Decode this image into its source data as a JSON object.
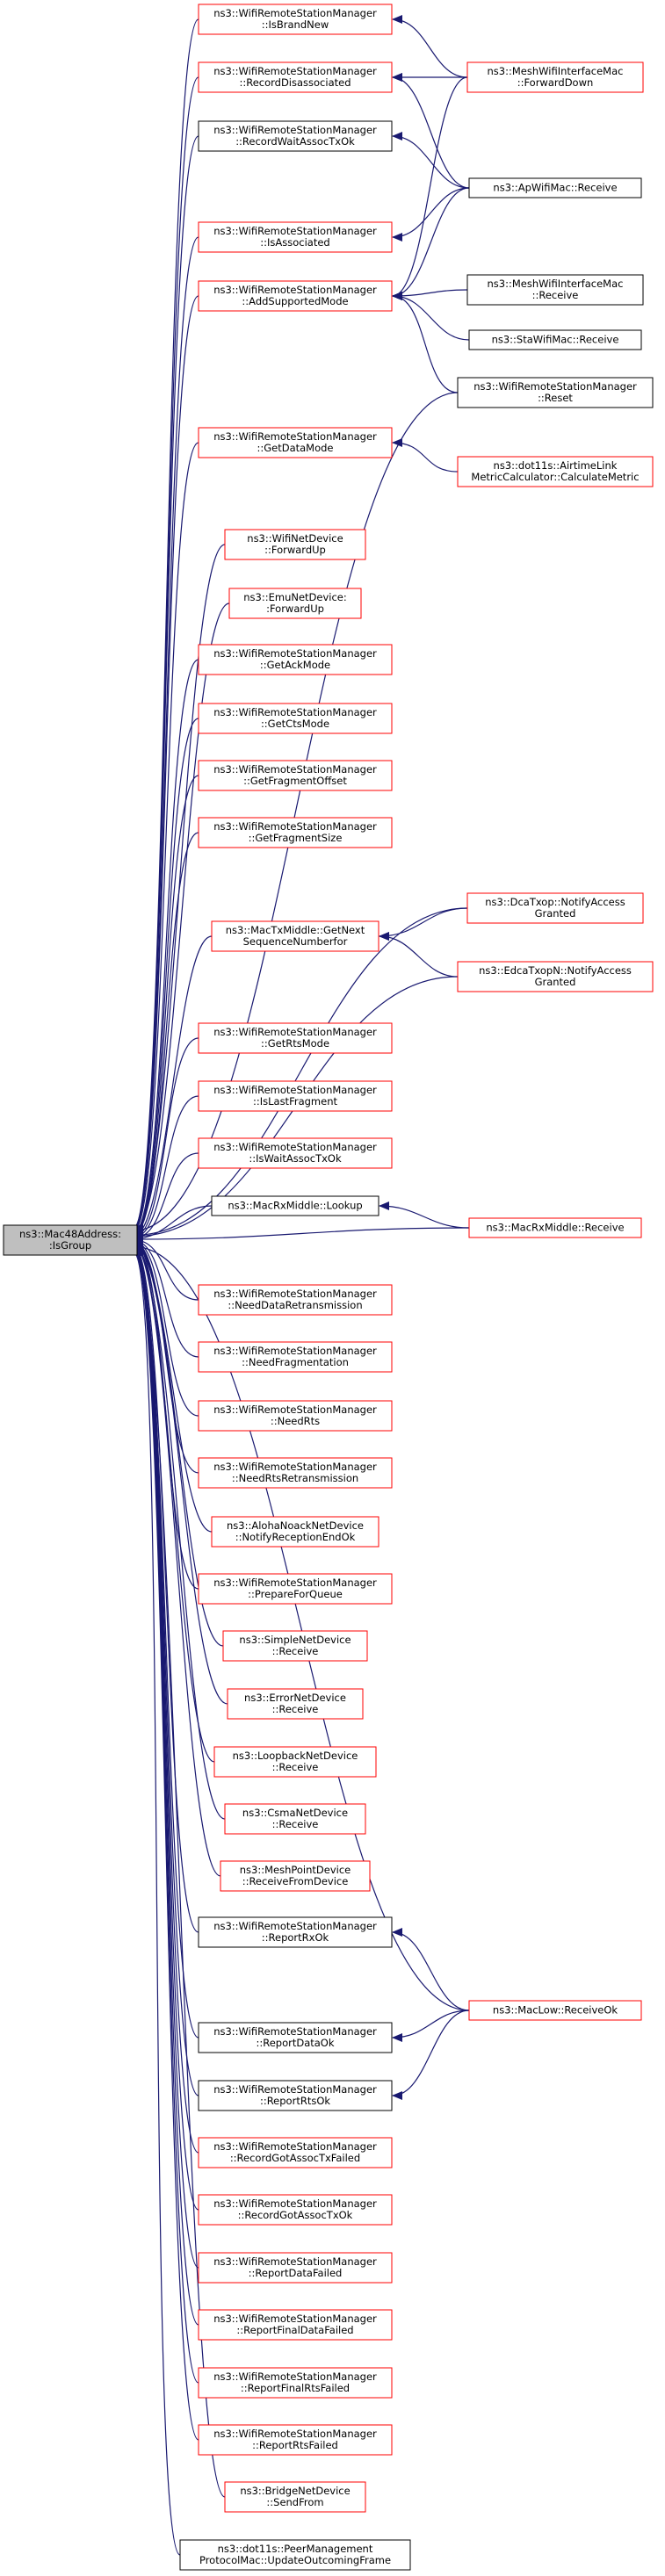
{
  "root": {
    "id": "root",
    "lines": [
      "ns3::Mac48Address:",
      ":IsGroup"
    ]
  },
  "nodes": [
    {
      "id": "isBrandNew",
      "lines": [
        "ns3::WifiRemoteStationManager",
        "::IsBrandNew"
      ],
      "color": "red"
    },
    {
      "id": "recordDisassociated",
      "lines": [
        "ns3::WifiRemoteStationManager",
        "::RecordDisassociated"
      ],
      "color": "red"
    },
    {
      "id": "recordWaitAssocTxOk",
      "lines": [
        "ns3::WifiRemoteStationManager",
        "::RecordWaitAssocTxOk"
      ],
      "color": "black"
    },
    {
      "id": "isAssociated",
      "lines": [
        "ns3::WifiRemoteStationManager",
        "::IsAssociated"
      ],
      "color": "red"
    },
    {
      "id": "addSupportedMode",
      "lines": [
        "ns3::WifiRemoteStationManager",
        "::AddSupportedMode"
      ],
      "color": "red"
    },
    {
      "id": "getDataMode",
      "lines": [
        "ns3::WifiRemoteStationManager",
        "::GetDataMode"
      ],
      "color": "red"
    },
    {
      "id": "wifiNetForwardUp",
      "lines": [
        "ns3::WifiNetDevice",
        "::ForwardUp"
      ],
      "color": "red"
    },
    {
      "id": "emuForwardUp",
      "lines": [
        "ns3::EmuNetDevice:",
        ":ForwardUp"
      ],
      "color": "red"
    },
    {
      "id": "getAckMode",
      "lines": [
        "ns3::WifiRemoteStationManager",
        "::GetAckMode"
      ],
      "color": "red"
    },
    {
      "id": "getCtsMode",
      "lines": [
        "ns3::WifiRemoteStationManager",
        "::GetCtsMode"
      ],
      "color": "red"
    },
    {
      "id": "getFragmentOffset",
      "lines": [
        "ns3::WifiRemoteStationManager",
        "::GetFragmentOffset"
      ],
      "color": "red"
    },
    {
      "id": "getFragmentSize",
      "lines": [
        "ns3::WifiRemoteStationManager",
        "::GetFragmentSize"
      ],
      "color": "red"
    },
    {
      "id": "getNextSeq",
      "lines": [
        "ns3::MacTxMiddle::GetNext",
        "SequenceNumberfor"
      ],
      "color": "red"
    },
    {
      "id": "getRtsMode",
      "lines": [
        "ns3::WifiRemoteStationManager",
        "::GetRtsMode"
      ],
      "color": "red"
    },
    {
      "id": "isLastFragment",
      "lines": [
        "ns3::WifiRemoteStationManager",
        "::IsLastFragment"
      ],
      "color": "red"
    },
    {
      "id": "isWaitAssocTxOk",
      "lines": [
        "ns3::WifiRemoteStationManager",
        "::IsWaitAssocTxOk"
      ],
      "color": "red"
    },
    {
      "id": "macRxLookup",
      "lines": [
        "ns3::MacRxMiddle::Lookup"
      ],
      "color": "black"
    },
    {
      "id": "needDataRetrans",
      "lines": [
        "ns3::WifiRemoteStationManager",
        "::NeedDataRetransmission"
      ],
      "color": "red"
    },
    {
      "id": "needFragmentation",
      "lines": [
        "ns3::WifiRemoteStationManager",
        "::NeedFragmentation"
      ],
      "color": "red"
    },
    {
      "id": "needRts",
      "lines": [
        "ns3::WifiRemoteStationManager",
        "::NeedRts"
      ],
      "color": "red"
    },
    {
      "id": "needRtsRetrans",
      "lines": [
        "ns3::WifiRemoteStationManager",
        "::NeedRtsRetransmission"
      ],
      "color": "red"
    },
    {
      "id": "alohaNotify",
      "lines": [
        "ns3::AlohaNoackNetDevice",
        "::NotifyReceptionEndOk"
      ],
      "color": "red"
    },
    {
      "id": "prepareForQueue",
      "lines": [
        "ns3::WifiRemoteStationManager",
        "::PrepareForQueue"
      ],
      "color": "red"
    },
    {
      "id": "simpleReceive",
      "lines": [
        "ns3::SimpleNetDevice",
        "::Receive"
      ],
      "color": "red"
    },
    {
      "id": "errorReceive",
      "lines": [
        "ns3::ErrorNetDevice",
        "::Receive"
      ],
      "color": "red"
    },
    {
      "id": "loopbackReceive",
      "lines": [
        "ns3::LoopbackNetDevice",
        "::Receive"
      ],
      "color": "red"
    },
    {
      "id": "csmaReceive",
      "lines": [
        "ns3::CsmaNetDevice",
        "::Receive"
      ],
      "color": "red"
    },
    {
      "id": "meshPointReceive",
      "lines": [
        "ns3::MeshPointDevice",
        "::ReceiveFromDevice"
      ],
      "color": "red"
    },
    {
      "id": "reportRxOk",
      "lines": [
        "ns3::WifiRemoteStationManager",
        "::ReportRxOk"
      ],
      "color": "black"
    },
    {
      "id": "reportDataOk",
      "lines": [
        "ns3::WifiRemoteStationManager",
        "::ReportDataOk"
      ],
      "color": "black"
    },
    {
      "id": "reportRtsOk",
      "lines": [
        "ns3::WifiRemoteStationManager",
        "::ReportRtsOk"
      ],
      "color": "black"
    },
    {
      "id": "recordGotAssocTxFailed",
      "lines": [
        "ns3::WifiRemoteStationManager",
        "::RecordGotAssocTxFailed"
      ],
      "color": "red"
    },
    {
      "id": "recordGotAssocTxOk",
      "lines": [
        "ns3::WifiRemoteStationManager",
        "::RecordGotAssocTxOk"
      ],
      "color": "red"
    },
    {
      "id": "reportDataFailed",
      "lines": [
        "ns3::WifiRemoteStationManager",
        "::ReportDataFailed"
      ],
      "color": "red"
    },
    {
      "id": "reportFinalDataFailed",
      "lines": [
        "ns3::WifiRemoteStationManager",
        "::ReportFinalDataFailed"
      ],
      "color": "red"
    },
    {
      "id": "reportFinalRtsFailed",
      "lines": [
        "ns3::WifiRemoteStationManager",
        "::ReportFinalRtsFailed"
      ],
      "color": "red"
    },
    {
      "id": "reportRtsFailed",
      "lines": [
        "ns3::WifiRemoteStationManager",
        "::ReportRtsFailed"
      ],
      "color": "red"
    },
    {
      "id": "bridgeSendFrom",
      "lines": [
        "ns3::BridgeNetDevice",
        "::SendFrom"
      ],
      "color": "red"
    },
    {
      "id": "peerMgmtUpdate",
      "lines": [
        "ns3::dot11s::PeerManagement",
        "ProtocolMac::UpdateOutcomingFrame"
      ],
      "color": "black"
    },
    {
      "id": "meshForwardDown",
      "lines": [
        "ns3::MeshWifiInterfaceMac",
        "::ForwardDown"
      ],
      "color": "red"
    },
    {
      "id": "apReceive",
      "lines": [
        "ns3::ApWifiMac::Receive"
      ],
      "color": "black"
    },
    {
      "id": "meshReceive",
      "lines": [
        "ns3::MeshWifiInterfaceMac",
        "::Receive"
      ],
      "color": "black"
    },
    {
      "id": "staReceive",
      "lines": [
        "ns3::StaWifiMac::Receive"
      ],
      "color": "black"
    },
    {
      "id": "reset",
      "lines": [
        "ns3::WifiRemoteStationManager",
        "::Reset"
      ],
      "color": "black"
    },
    {
      "id": "airtime",
      "lines": [
        "ns3::dot11s::AirtimeLink",
        "MetricCalculator::CalculateMetric"
      ],
      "color": "red"
    },
    {
      "id": "dcaNotify",
      "lines": [
        "ns3::DcaTxop::NotifyAccess",
        "Granted"
      ],
      "color": "red"
    },
    {
      "id": "edcaNotify",
      "lines": [
        "ns3::EdcaTxopN::NotifyAccess",
        "Granted"
      ],
      "color": "red"
    },
    {
      "id": "macRxReceive",
      "lines": [
        "ns3::MacRxMiddle::Receive"
      ],
      "color": "red"
    },
    {
      "id": "macLowReceiveOk",
      "lines": [
        "ns3::MacLow::ReceiveOk"
      ],
      "color": "red"
    }
  ],
  "edges": [
    [
      "isBrandNew",
      "root"
    ],
    [
      "recordDisassociated",
      "root"
    ],
    [
      "recordWaitAssocTxOk",
      "root"
    ],
    [
      "isAssociated",
      "root"
    ],
    [
      "addSupportedMode",
      "root"
    ],
    [
      "reset",
      "root"
    ],
    [
      "getDataMode",
      "root"
    ],
    [
      "wifiNetForwardUp",
      "root"
    ],
    [
      "emuForwardUp",
      "root"
    ],
    [
      "getAckMode",
      "root"
    ],
    [
      "getCtsMode",
      "root"
    ],
    [
      "getFragmentOffset",
      "root"
    ],
    [
      "getFragmentSize",
      "root"
    ],
    [
      "dcaNotify",
      "root"
    ],
    [
      "getNextSeq",
      "root"
    ],
    [
      "edcaNotify",
      "root"
    ],
    [
      "getRtsMode",
      "root"
    ],
    [
      "isLastFragment",
      "root"
    ],
    [
      "isWaitAssocTxOk",
      "root"
    ],
    [
      "macRxLookup",
      "root"
    ],
    [
      "macRxReceive",
      "root"
    ],
    [
      "needDataRetrans",
      "root"
    ],
    [
      "needFragmentation",
      "root"
    ],
    [
      "needRts",
      "root"
    ],
    [
      "needRtsRetrans",
      "root"
    ],
    [
      "alohaNotify",
      "root"
    ],
    [
      "prepareForQueue",
      "root"
    ],
    [
      "simpleReceive",
      "root"
    ],
    [
      "errorReceive",
      "root"
    ],
    [
      "loopbackReceive",
      "root"
    ],
    [
      "csmaReceive",
      "root"
    ],
    [
      "meshPointReceive",
      "root"
    ],
    [
      "reportRxOk",
      "root"
    ],
    [
      "macLowReceiveOk",
      "root"
    ],
    [
      "reportDataOk",
      "root"
    ],
    [
      "reportRtsOk",
      "root"
    ],
    [
      "recordGotAssocTxFailed",
      "root"
    ],
    [
      "recordGotAssocTxOk",
      "root"
    ],
    [
      "reportDataFailed",
      "root"
    ],
    [
      "reportFinalDataFailed",
      "root"
    ],
    [
      "reportFinalRtsFailed",
      "root"
    ],
    [
      "reportRtsFailed",
      "root"
    ],
    [
      "bridgeSendFrom",
      "root"
    ],
    [
      "peerMgmtUpdate",
      "root"
    ],
    [
      "meshForwardDown",
      "isBrandNew"
    ],
    [
      "meshForwardDown",
      "recordDisassociated"
    ],
    [
      "meshForwardDown",
      "addSupportedMode"
    ],
    [
      "apReceive",
      "recordDisassociated"
    ],
    [
      "apReceive",
      "recordWaitAssocTxOk"
    ],
    [
      "apReceive",
      "isAssociated"
    ],
    [
      "apReceive",
      "addSupportedMode"
    ],
    [
      "meshReceive",
      "addSupportedMode"
    ],
    [
      "staReceive",
      "addSupportedMode"
    ],
    [
      "reset",
      "addSupportedMode"
    ],
    [
      "airtime",
      "getDataMode"
    ],
    [
      "dcaNotify",
      "getNextSeq"
    ],
    [
      "edcaNotify",
      "getNextSeq"
    ],
    [
      "macRxReceive",
      "macRxLookup"
    ],
    [
      "macLowReceiveOk",
      "reportRxOk"
    ],
    [
      "macLowReceiveOk",
      "reportDataOk"
    ],
    [
      "macLowReceiveOk",
      "reportRtsOk"
    ]
  ]
}
